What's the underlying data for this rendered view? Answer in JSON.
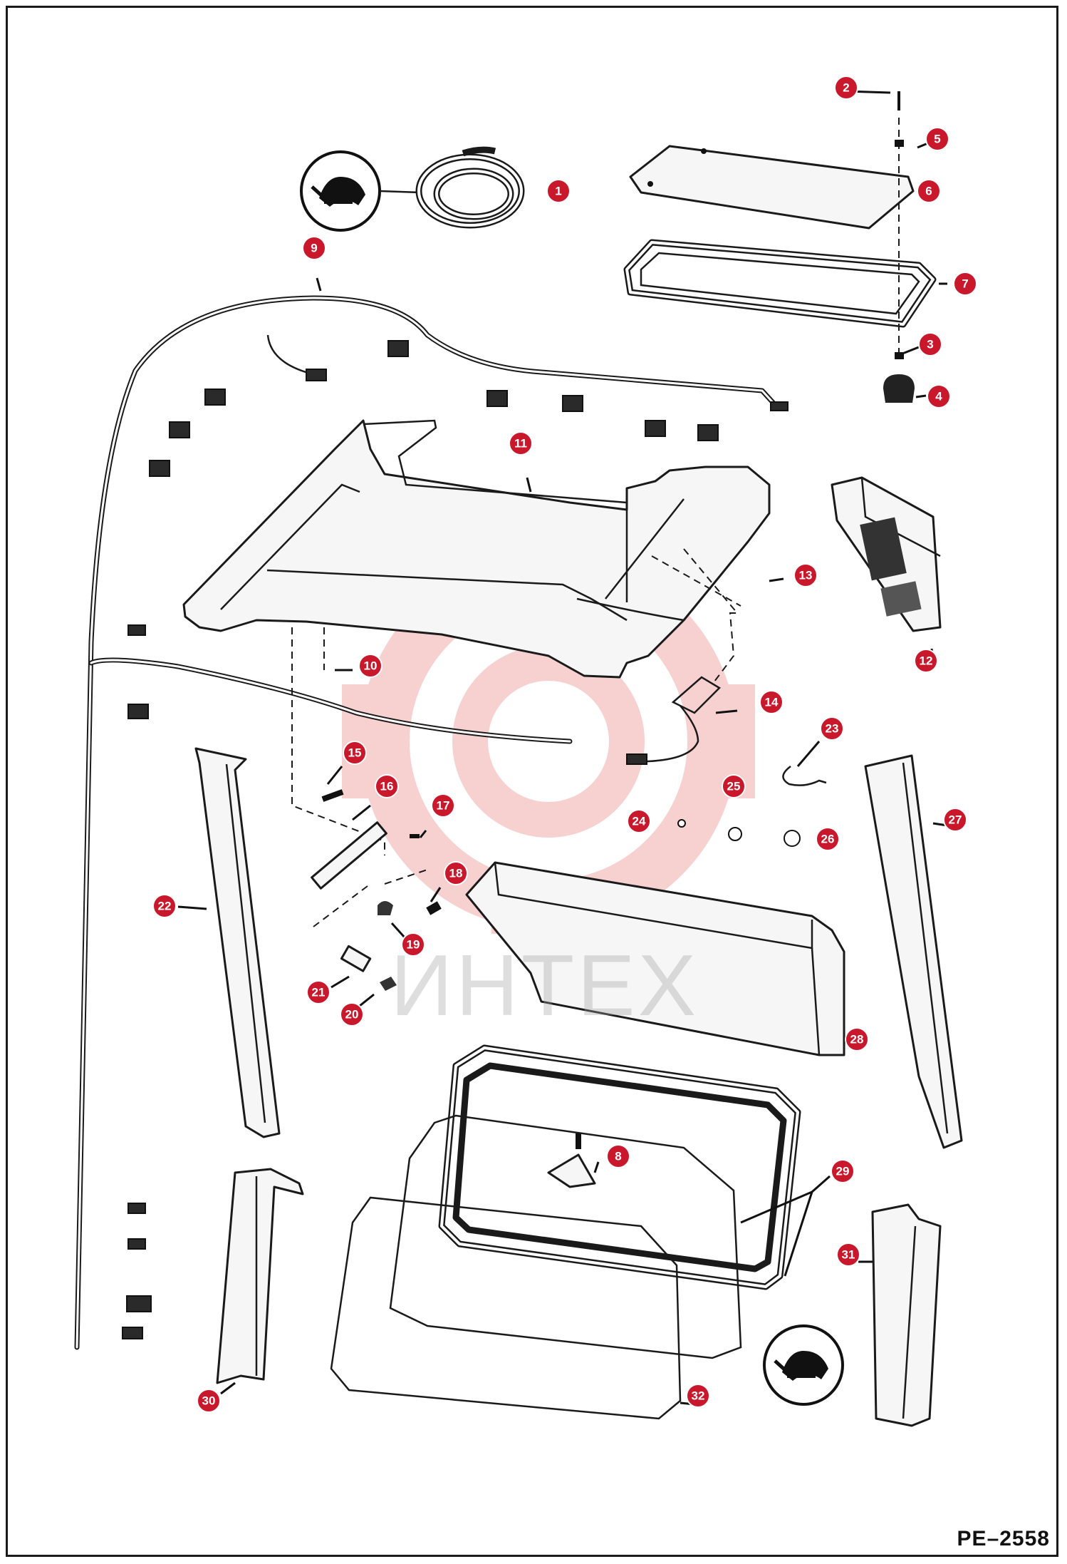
{
  "document": {
    "number": "PE–2558",
    "watermark": "ИНТЕХ"
  },
  "callouts": [
    "1",
    "2",
    "3",
    "4",
    "5",
    "6",
    "7",
    "8",
    "9",
    "10",
    "11",
    "12",
    "13",
    "14",
    "15",
    "16",
    "17",
    "18",
    "19",
    "20",
    "21",
    "22",
    "23",
    "24",
    "25",
    "26",
    "27",
    "28",
    "29",
    "30",
    "31",
    "32"
  ],
  "colors": {
    "callout": "#c9182b",
    "ink": "#1a1a1a",
    "watermark": "#f4b4b4"
  },
  "icons": [
    "sealant-application-symbol"
  ]
}
